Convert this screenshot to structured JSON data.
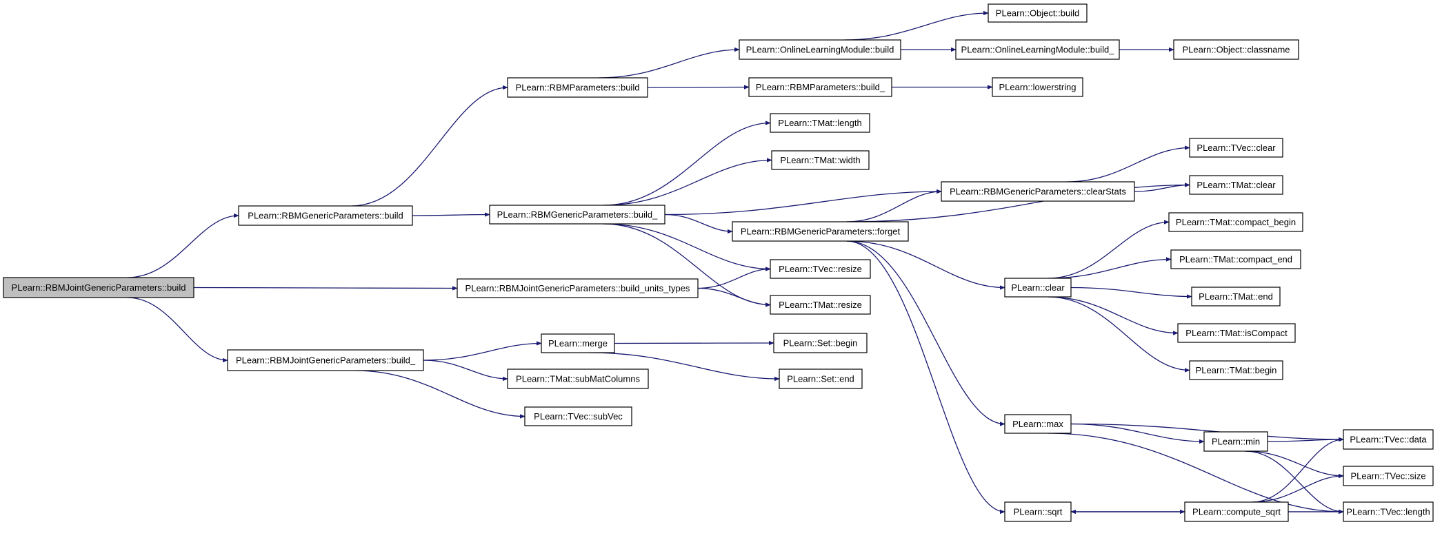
{
  "colors": {
    "edge": "#191970",
    "root_fill": "#bfbfbf",
    "node_fill": "#ffffff",
    "node_border": "#000000"
  },
  "nodes": [
    {
      "id": "root",
      "label": "PLearn::RBMJointGenericParameters::build",
      "root": true
    },
    {
      "id": "rgp_build",
      "label": "PLearn::RBMGenericParameters::build"
    },
    {
      "id": "rjgp_but",
      "label": "PLearn::RBMJointGenericParameters::build_units_types"
    },
    {
      "id": "rjgp_build_",
      "label": "PLearn::RBMJointGenericParameters::build_"
    },
    {
      "id": "rbmp_build",
      "label": "PLearn::RBMParameters::build"
    },
    {
      "id": "rgp_build_",
      "label": "PLearn::RBMGenericParameters::build_"
    },
    {
      "id": "merge",
      "label": "PLearn::merge"
    },
    {
      "id": "tmat_submat",
      "label": "PLearn::TMat::subMatColumns"
    },
    {
      "id": "tvec_subvec",
      "label": "PLearn::TVec::subVec"
    },
    {
      "id": "olm_build",
      "label": "PLearn::OnlineLearningModule::build"
    },
    {
      "id": "rbmp_build_",
      "label": "PLearn::RBMParameters::build_"
    },
    {
      "id": "tmat_length",
      "label": "PLearn::TMat::length"
    },
    {
      "id": "tmat_width",
      "label": "PLearn::TMat::width"
    },
    {
      "id": "forget",
      "label": "PLearn::RBMGenericParameters::forget"
    },
    {
      "id": "tvec_resize",
      "label": "PLearn::TVec::resize"
    },
    {
      "id": "tmat_resize",
      "label": "PLearn::TMat::resize"
    },
    {
      "id": "set_begin",
      "label": "PLearn::Set::begin"
    },
    {
      "id": "set_end",
      "label": "PLearn::Set::end"
    },
    {
      "id": "obj_build",
      "label": "PLearn::Object::build"
    },
    {
      "id": "olm_build_",
      "label": "PLearn::OnlineLearningModule::build_"
    },
    {
      "id": "lowerstring",
      "label": "PLearn::lowerstring"
    },
    {
      "id": "clearstats",
      "label": "PLearn::RBMGenericParameters::clearStats"
    },
    {
      "id": "clear",
      "label": "PLearn::clear"
    },
    {
      "id": "max",
      "label": "PLearn::max"
    },
    {
      "id": "sqrt",
      "label": "PLearn::sqrt"
    },
    {
      "id": "obj_classname",
      "label": "PLearn::Object::classname"
    },
    {
      "id": "tvec_clear",
      "label": "PLearn::TVec::clear"
    },
    {
      "id": "tmat_clear",
      "label": "PLearn::TMat::clear"
    },
    {
      "id": "tmat_cbegin",
      "label": "PLearn::TMat::compact_begin"
    },
    {
      "id": "tmat_cend",
      "label": "PLearn::TMat::compact_end"
    },
    {
      "id": "tmat_end",
      "label": "PLearn::TMat::end"
    },
    {
      "id": "tmat_iscompact",
      "label": "PLearn::TMat::isCompact"
    },
    {
      "id": "tmat_begin",
      "label": "PLearn::TMat::begin"
    },
    {
      "id": "min",
      "label": "PLearn::min"
    },
    {
      "id": "compute_sqrt",
      "label": "PLearn::compute_sqrt"
    },
    {
      "id": "tvec_data",
      "label": "PLearn::TVec::data"
    },
    {
      "id": "tvec_size",
      "label": "PLearn::TVec::size"
    },
    {
      "id": "tvec_length",
      "label": "PLearn::TVec::length"
    }
  ],
  "edges": [
    [
      "root",
      "rgp_build"
    ],
    [
      "root",
      "rjgp_but"
    ],
    [
      "root",
      "rjgp_build_"
    ],
    [
      "rgp_build",
      "rbmp_build"
    ],
    [
      "rgp_build",
      "rgp_build_"
    ],
    [
      "rjgp_but",
      "tvec_resize"
    ],
    [
      "rjgp_but",
      "tmat_resize"
    ],
    [
      "rjgp_build_",
      "merge"
    ],
    [
      "rjgp_build_",
      "tmat_submat"
    ],
    [
      "rjgp_build_",
      "tvec_subvec"
    ],
    [
      "rbmp_build",
      "olm_build"
    ],
    [
      "rbmp_build",
      "rbmp_build_"
    ],
    [
      "rgp_build_",
      "tmat_length"
    ],
    [
      "rgp_build_",
      "tmat_width"
    ],
    [
      "rgp_build_",
      "clearstats"
    ],
    [
      "rgp_build_",
      "forget"
    ],
    [
      "rgp_build_",
      "tvec_resize"
    ],
    [
      "rgp_build_",
      "tmat_resize"
    ],
    [
      "merge",
      "set_begin"
    ],
    [
      "merge",
      "set_end"
    ],
    [
      "olm_build",
      "obj_build"
    ],
    [
      "olm_build",
      "olm_build_"
    ],
    [
      "olm_build_",
      "obj_classname"
    ],
    [
      "rbmp_build_",
      "lowerstring"
    ],
    [
      "forget",
      "clearstats"
    ],
    [
      "forget",
      "tmat_clear"
    ],
    [
      "forget",
      "clear"
    ],
    [
      "forget",
      "max"
    ],
    [
      "forget",
      "sqrt"
    ],
    [
      "clearstats",
      "tvec_clear"
    ],
    [
      "clearstats",
      "tmat_clear"
    ],
    [
      "clear",
      "tmat_cbegin"
    ],
    [
      "clear",
      "tmat_cend"
    ],
    [
      "clear",
      "tmat_end"
    ],
    [
      "clear",
      "tmat_iscompact"
    ],
    [
      "clear",
      "tmat_begin"
    ],
    [
      "max",
      "tvec_data"
    ],
    [
      "max",
      "min"
    ],
    [
      "max",
      "tvec_length"
    ],
    [
      "min",
      "tvec_data"
    ],
    [
      "min",
      "tvec_size"
    ],
    [
      "min",
      "tvec_length"
    ],
    [
      "sqrt",
      "compute_sqrt"
    ],
    [
      "sqrt",
      "tvec_length"
    ],
    [
      "compute_sqrt",
      "sqrt"
    ],
    [
      "compute_sqrt",
      "tvec_data"
    ],
    [
      "compute_sqrt",
      "tvec_size"
    ],
    [
      "compute_sqrt",
      "tvec_length"
    ]
  ]
}
